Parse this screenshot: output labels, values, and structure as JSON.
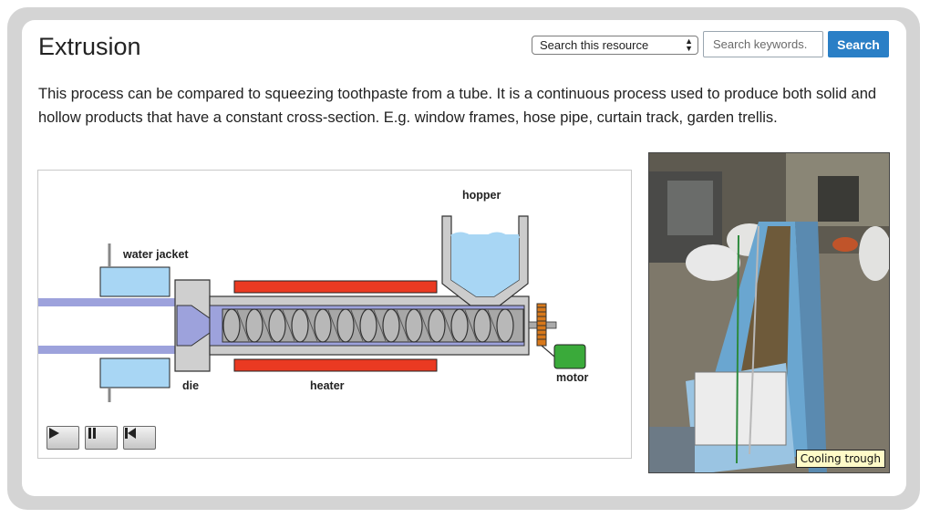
{
  "page": {
    "title": "Extrusion",
    "intro": "This process can be compared to squeezing toothpaste from a tube. It is a continuous process used to produce both solid and hollow products that have a constant cross-section. E.g. window frames, hose pipe, curtain track, garden trellis."
  },
  "search": {
    "scope_selected": "Search this resource",
    "placeholder": "Search keywords.",
    "button_label": "Search"
  },
  "diagram": {
    "labels": {
      "hopper": "hopper",
      "water_jacket": "water jacket",
      "die": "die",
      "heater": "heater",
      "motor": "motor"
    },
    "colors": {
      "heater": "#ea3a22",
      "water": "#a8d6f4",
      "plastic": "#9da2dc",
      "motor": "#3aaa3a",
      "body": "#cccccc",
      "gear": "#d8781a"
    },
    "controls": [
      {
        "name": "play",
        "icon": "play-icon"
      },
      {
        "name": "pause",
        "icon": "pause-icon"
      },
      {
        "name": "rewind",
        "icon": "skip-back-icon"
      }
    ]
  },
  "photo": {
    "caption": "Cooling trough"
  }
}
